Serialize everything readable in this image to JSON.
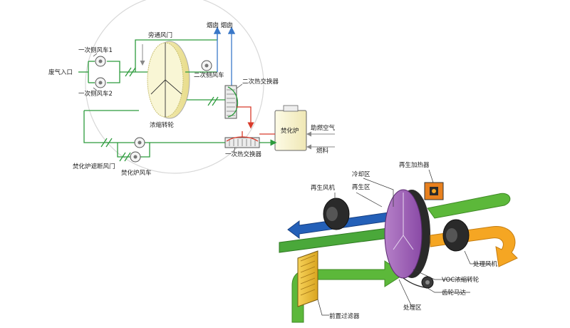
{
  "top_diagram": {
    "labels": {
      "exhaust_inlet": "废气入口",
      "primary_fan_1": "一次侧风车1",
      "primary_fan_2": "一次侧风车2",
      "bypass_damper": "旁通风门",
      "chimney": "烟囱 烟囱",
      "secondary_fan": "二次侧风车",
      "secondary_heat_exchanger": "二次热交换器",
      "concentrator_rotor": "浓缩转轮",
      "incinerator": "焚化炉",
      "combustion_air": "助燃空气",
      "fuel": "燃料",
      "primary_heat_exchanger": "一次热交换器",
      "incinerator_shutoff_damper": "焚化炉遮断风门",
      "incinerator_fan": "焚化炉风车"
    }
  },
  "bottom_diagram": {
    "labels": {
      "regen_heater": "再生加热器",
      "cooling_zone": "冷却区",
      "regen_fan": "再生风机",
      "regen_zone": "再生区",
      "process_fan": "处理风机",
      "voc_rotor": "VOC浓缩转轮",
      "gear_motor": "齿轮马达",
      "process_zone": "处理区",
      "pre_filter": "前置过滤器"
    }
  },
  "colors": {
    "green_line": "#2c9b3c",
    "blue_line": "#3a78c8",
    "red_line": "#d83a2a",
    "rotor_yellow": "#f3ecb0",
    "rotor_purple": "#9d5db5",
    "flow_green": "#5cb83a",
    "flow_blue": "#2460b8",
    "flow_orange": "#f5a623"
  }
}
